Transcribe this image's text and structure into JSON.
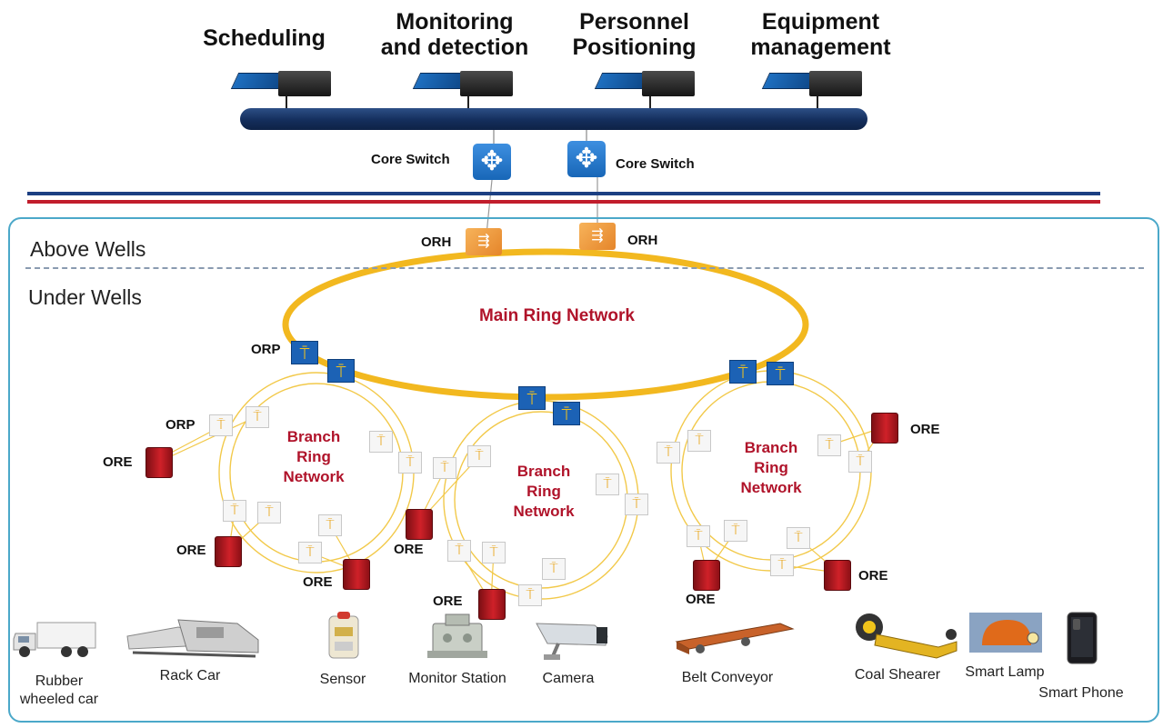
{
  "systems": [
    "Scheduling",
    "Monitoring\nand detection",
    "Personnel\nPositioning",
    "Equipment\nmanagement"
  ],
  "core_switch_label": "Core Switch",
  "orh_label": "ORH",
  "orp_label": "ORP",
  "ore_label": "ORE",
  "regions": {
    "above": "Above Wells",
    "under": "Under Wells"
  },
  "main_ring_label": "Main Ring Network",
  "branch_ring_label": "Branch\nRing\nNetwork",
  "devices": [
    "Rubber\nwheeled  car",
    "Rack Car",
    "Sensor",
    "Monitor  Station",
    "Camera",
    "Belt Conveyor",
    "Coal Shearer",
    "Smart Lamp",
    "Smart Phone"
  ],
  "colors": {
    "ring": "#f2b81f",
    "bus": "#1a3566",
    "branch_text": "#b0132a",
    "frame": "#4ba8c9"
  },
  "icons": {
    "switch": "switch-arrows-icon",
    "orp": "antenna-icon"
  }
}
